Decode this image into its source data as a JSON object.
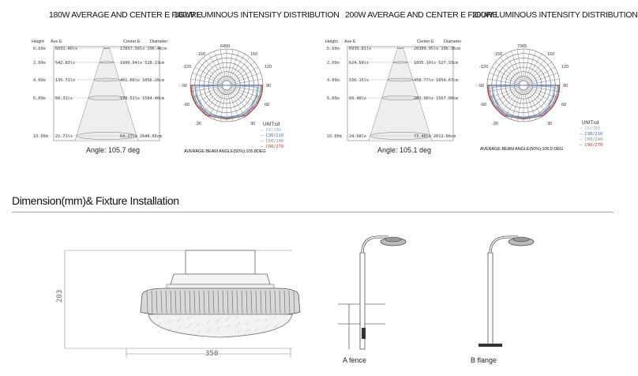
{
  "panel_180": {
    "title_avg": "180W AVERAGE AND CENTER E FIGURE",
    "title_lum": "180W LUMINOUS INTENSITY DISTRIBUTION",
    "headers": {
      "height": "Height",
      "ave": "Ave E",
      "center": "Center E",
      "diameter": "Diameter"
    },
    "rows": [
      {
        "h": "0.60m",
        "ave": "6031.40lx",
        "center": "17857.58lx",
        "dia": "196.46cm"
      },
      {
        "h": "2.00m",
        "ave": "542.83lx",
        "center": "1606.64lx",
        "dia": "528.13cm"
      },
      {
        "h": "4.00m",
        "ave": "135.71lx",
        "center": "401.66lx",
        "dia": "1056.26cm"
      },
      {
        "h": "6.00m",
        "ave": "60.31lx",
        "center": "178.52lx",
        "dia": "1584.40cm"
      },
      {
        "h": "10.00m",
        "ave": "21.71lx",
        "center": "64.27lx",
        "dia": "2640.66cm"
      }
    ],
    "angle": "Angle: 105.7 deg",
    "polar_max": "6450",
    "avg_beam": "AVERAGE BEAM ANGLE(50%):105.8DEG",
    "unit": "UNIT:cd"
  },
  "panel_200": {
    "title_avg": "200W AVERAGE AND CENTER E FIGURE",
    "title_lum": "200W LUMINOUS INTENSITY DISTRIBUTION",
    "headers": {
      "height": "Height",
      "ave": "Ave E",
      "center": "Center E",
      "diameter": "Diameter"
    },
    "rows": [
      {
        "h": "0.60m",
        "ave": "6939.81lx",
        "center": "20389.95lx",
        "dia": "196.36cm"
      },
      {
        "h": "2.00m",
        "ave": "624.58lx",
        "center": "1835.10lx",
        "dia": "527.33cm"
      },
      {
        "h": "4.00m",
        "ave": "156.15lx",
        "center": "458.77lx",
        "dia": "1054.67cm"
      },
      {
        "h": "6.00m",
        "ave": "69.40lx",
        "center": "203.90lx",
        "dia": "1567.00cm"
      },
      {
        "h": "10.00m",
        "ave": "24.98lx",
        "center": "73.40lx",
        "dia": "2611.66cm"
      }
    ],
    "angle": "Angle: 105.1 deg",
    "polar_max": "7365",
    "avg_beam": "AVERAGE BEAM ANGLE(50%):105.9 DEG",
    "unit": "UNIT:cd"
  },
  "polar_labels": {
    "left": [
      "-150",
      "-120",
      "-90",
      "-60",
      "-30"
    ],
    "right": [
      "150",
      "120",
      "90",
      "60",
      "30"
    ]
  },
  "legend": [
    {
      "label": "C0/180",
      "color": "#8fb0d0"
    },
    {
      "label": "C30/210",
      "color": "#3a6fc4"
    },
    {
      "label": "C60/240",
      "color": "#8a8a8a"
    },
    {
      "label": "C90/270",
      "color": "#c0392b"
    }
  ],
  "section_title": "Dimension(mm)& Fixture Installation",
  "dimensions": {
    "height": "203",
    "width": "350"
  },
  "install": {
    "fence": "A fence",
    "flange": "B flange"
  }
}
